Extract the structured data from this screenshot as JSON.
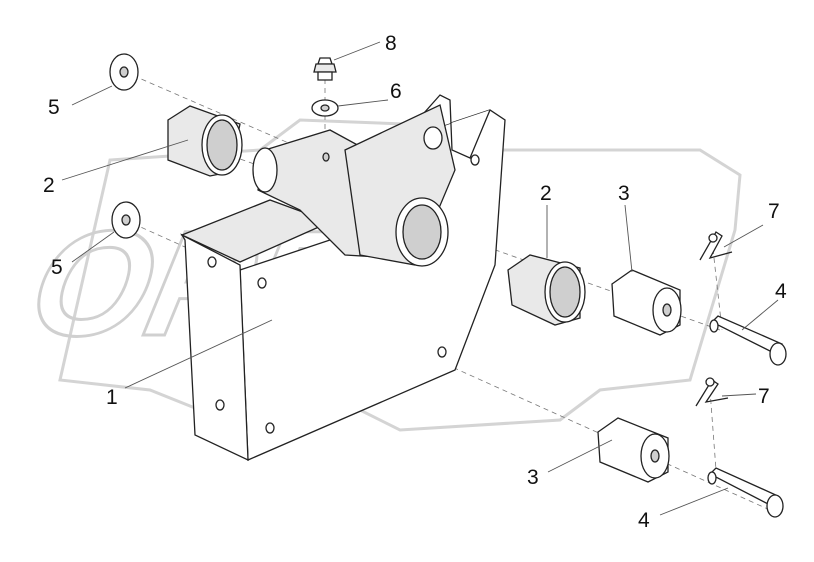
{
  "watermark": "OPEX",
  "callouts": {
    "c1": "1",
    "c2a": "2",
    "c2b": "2",
    "c3a": "3",
    "c3b": "3",
    "c4a": "4",
    "c4b": "4",
    "c5a": "5",
    "c5b": "5",
    "c6": "6",
    "c7a": "7",
    "c7b": "7",
    "c8": "8"
  }
}
